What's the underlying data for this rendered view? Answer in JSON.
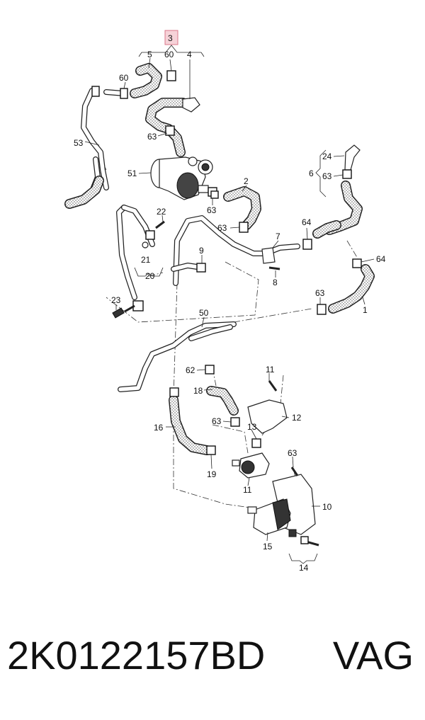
{
  "diagram": {
    "highlight_label": "3",
    "callouts": [
      "5",
      "60",
      "4",
      "60",
      "53",
      "63",
      "51",
      "2",
      "63",
      "6",
      "24",
      "63",
      "22",
      "63",
      "7",
      "64",
      "21",
      "20",
      "9",
      "64",
      "8",
      "63",
      "23",
      "1",
      "50",
      "62",
      "11",
      "18",
      "12",
      "63",
      "13",
      "19",
      "63",
      "11",
      "10",
      "15",
      "14",
      "16"
    ]
  },
  "footer": {
    "part_number": "2K0122157BD",
    "brand": "VAG"
  }
}
